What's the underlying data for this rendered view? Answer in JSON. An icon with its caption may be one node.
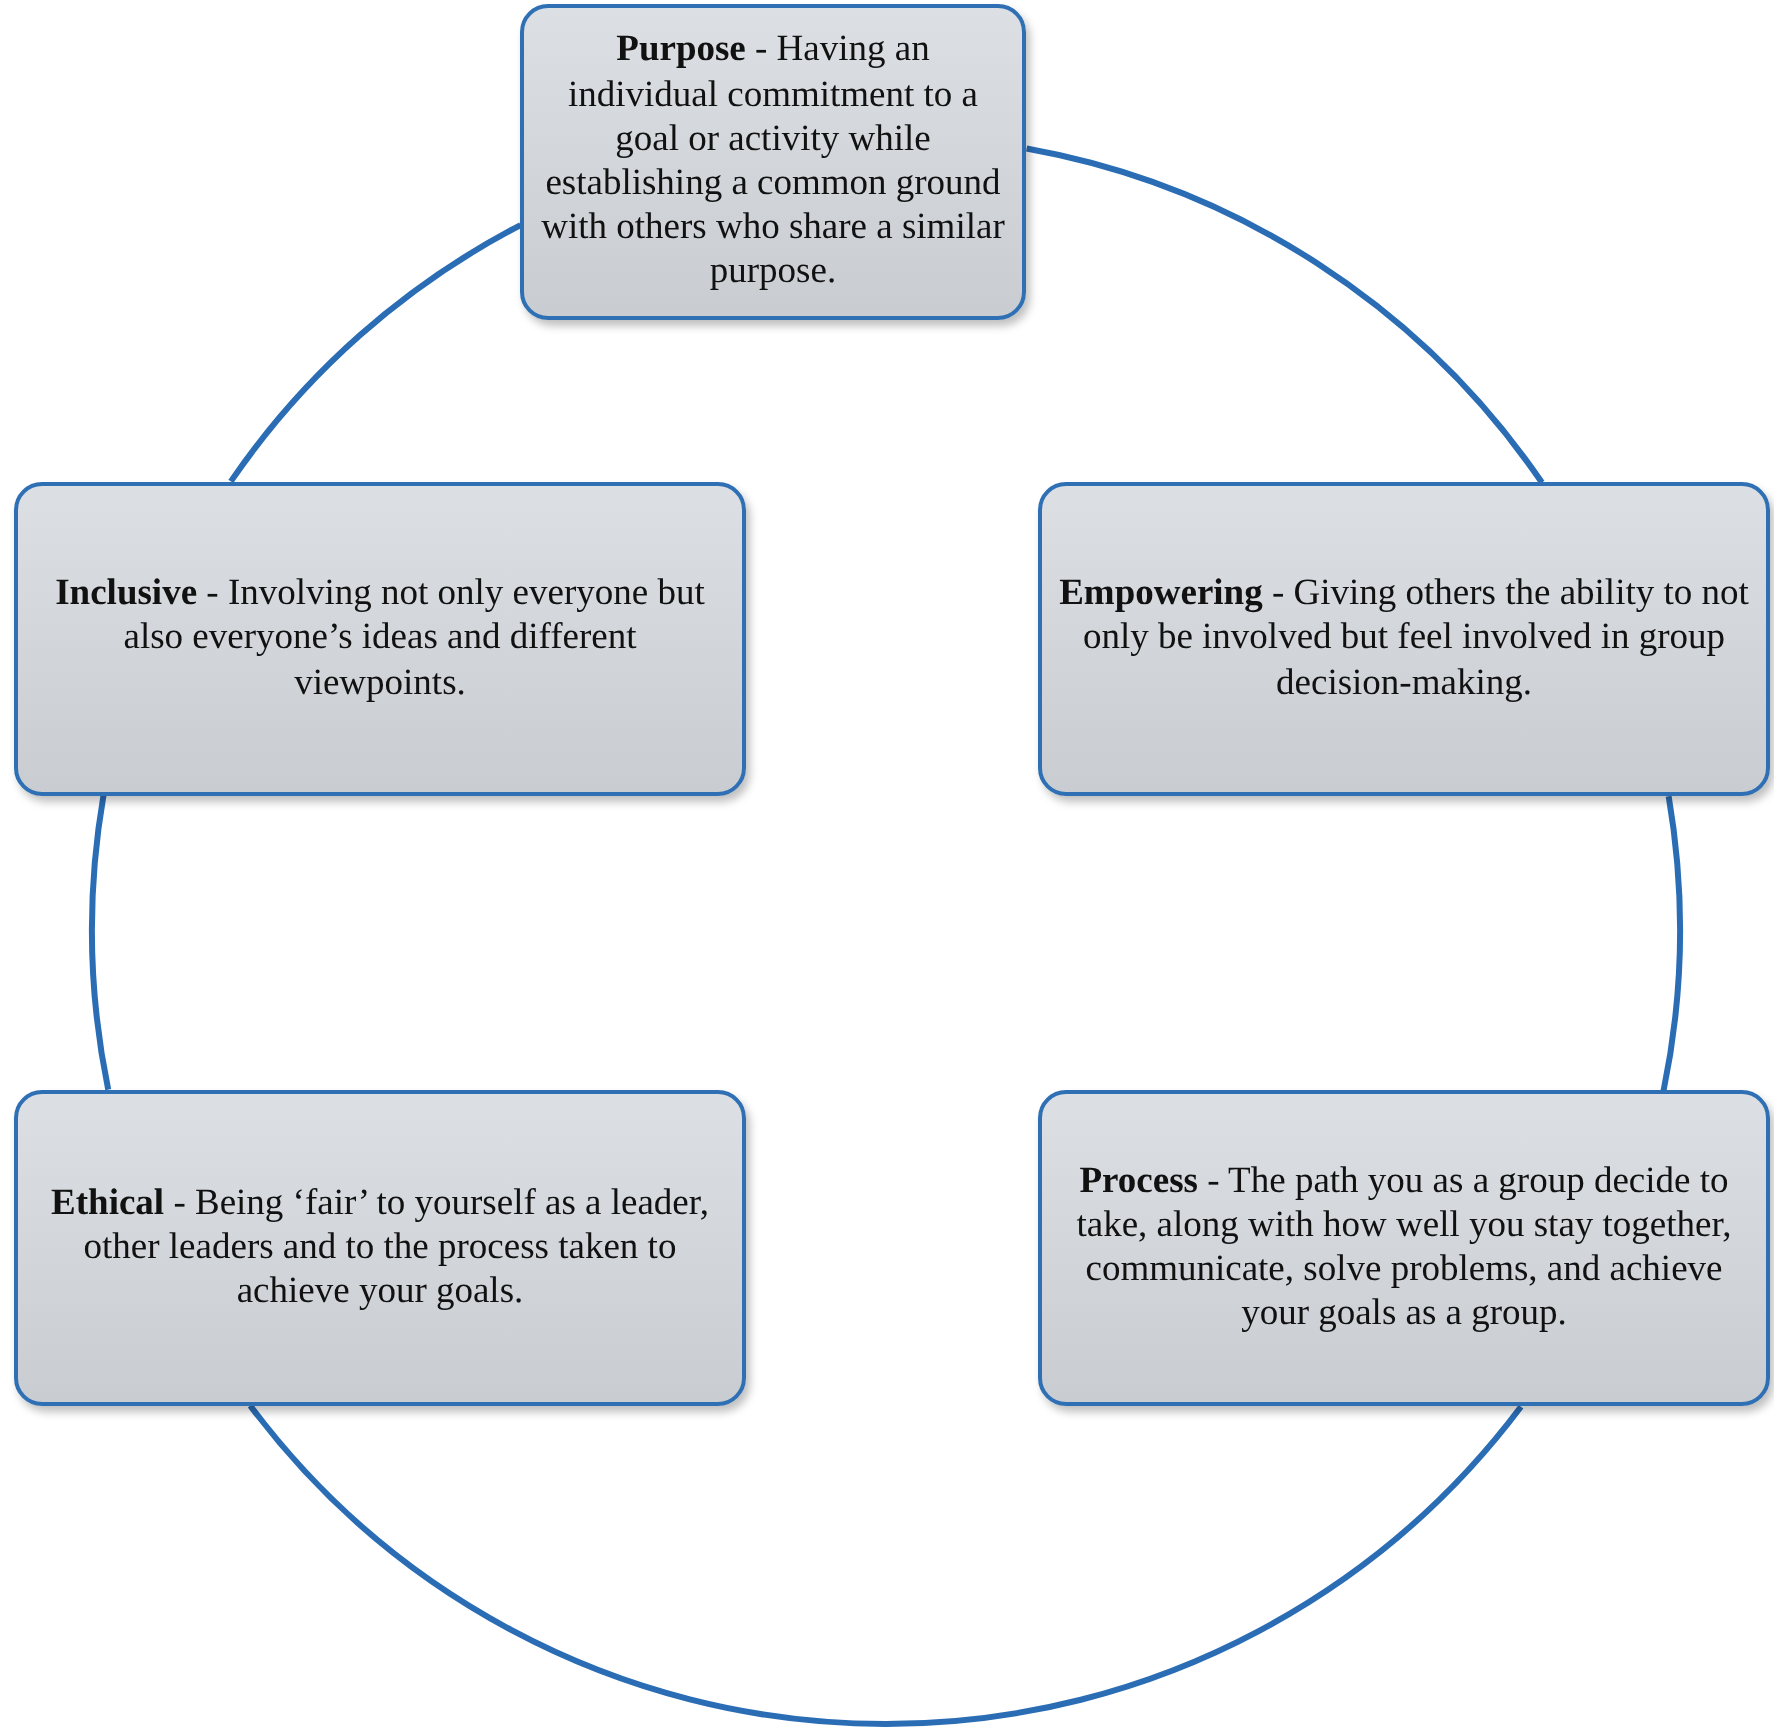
{
  "diagram": {
    "nodes": [
      {
        "text": [
          "**Purpose** - Having an individual commitment to a goal or activity while establishing a common ground with others who share a similar purpose."
        ]
      },
      {
        "text": [
          "**Inclusive** - Involving not only everyone but also everyone’s ideas and different viewpoints."
        ]
      },
      {
        "text": [
          "**Empowering** - Giving others the ability to not only be involved but feel involved in group decision-making."
        ]
      },
      {
        "text": [
          "**Ethical** - Being ‘fair’ to yourself as a leader, other leaders and to the process taken to achieve your goals."
        ]
      },
      {
        "text": [
          "**Process** - The path you as a group decide to take, along with how well you stay together, communicate, solve problems, and achieve your goals as a group."
        ]
      }
    ],
    "edges": [
      {
        "from": 0,
        "to": 2,
        "arrow": "none"
      },
      {
        "from": 2,
        "to": 4,
        "arrow": "none"
      },
      {
        "from": 4,
        "to": 3,
        "arrow": "none"
      },
      {
        "from": 3,
        "to": 1,
        "arrow": "none"
      },
      {
        "from": 1,
        "to": 0,
        "arrow": "none"
      }
    ]
  }
}
